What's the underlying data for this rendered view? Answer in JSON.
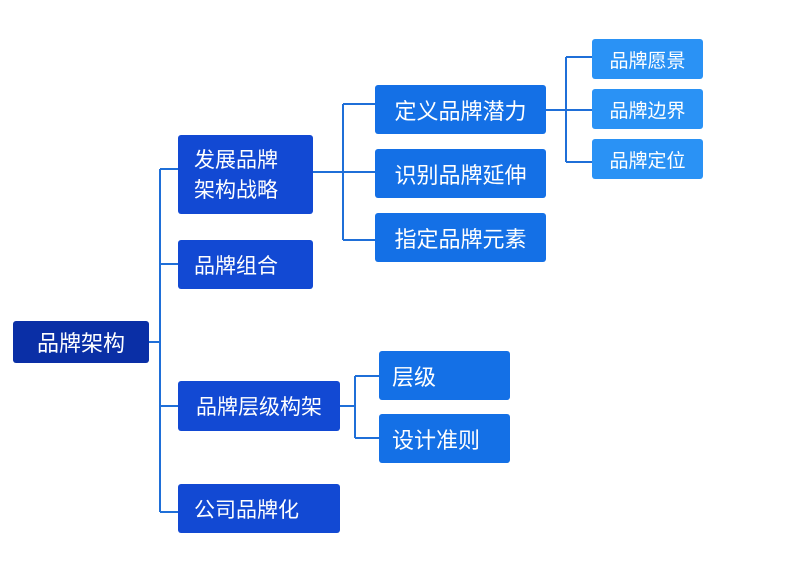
{
  "diagram": {
    "line_color": "#1f6fd8",
    "colors": {
      "root": "#0a2fa6",
      "level1": "#1249d3",
      "level2": "#1470e6",
      "level3": "#2a92f5",
      "text": "#ffffff"
    },
    "root": {
      "label": "品牌架构"
    },
    "branches": [
      {
        "label_lines": [
          "发展品牌",
          "架构战略"
        ],
        "children": [
          {
            "label": "定义品牌潜力",
            "children": [
              {
                "label": "品牌愿景"
              },
              {
                "label": "品牌边界"
              },
              {
                "label": "品牌定位"
              }
            ]
          },
          {
            "label": "识别品牌延伸"
          },
          {
            "label": "指定品牌元素"
          }
        ]
      },
      {
        "label": "品牌组合"
      },
      {
        "label": "品牌层级构架",
        "children": [
          {
            "label": "层级"
          },
          {
            "label": "设计准则"
          }
        ]
      },
      {
        "label": "公司品牌化"
      }
    ]
  }
}
